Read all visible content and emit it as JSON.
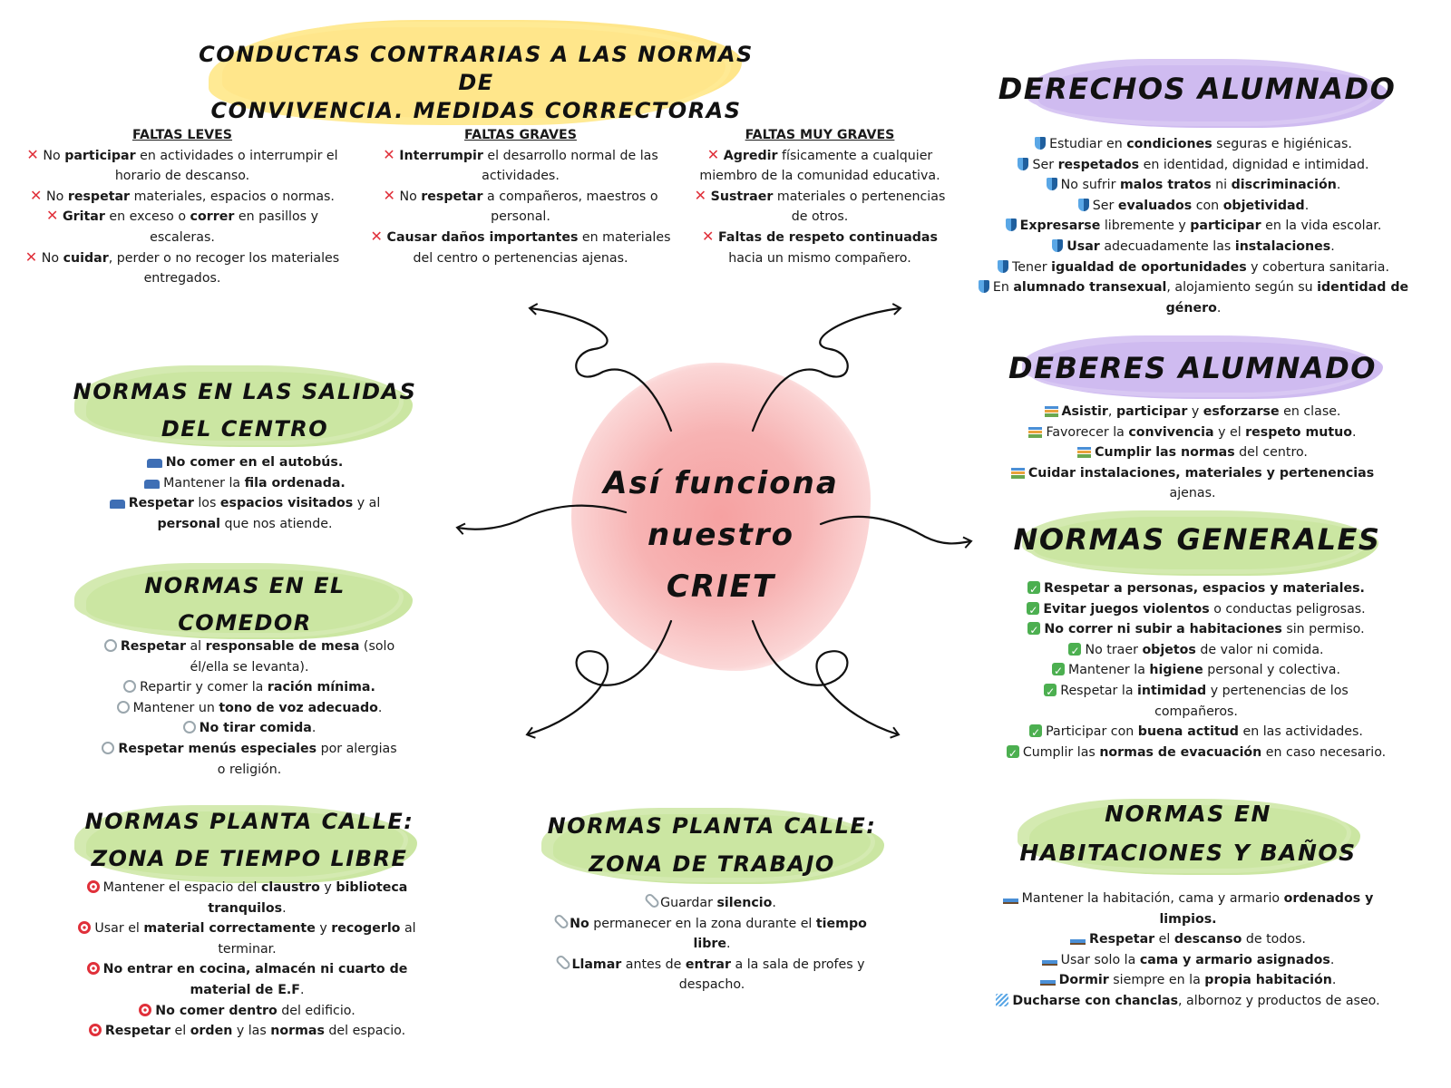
{
  "conductas": {
    "title_lines": [
      "Conductas contrarias a las normas de",
      "convivencia. Medidas correctoras"
    ],
    "columns": [
      {
        "heading": "FALTAS LEVES",
        "icon": "x",
        "items": [
          [
            "No ",
            "participar",
            " en actividades o interrumpir el horario de descanso."
          ],
          [
            "No ",
            "respetar",
            " materiales, espacios o normas."
          ],
          [
            "",
            "Gritar",
            " en exceso o ",
            "correr",
            " en pasillos y escaleras."
          ],
          [
            "No ",
            "cuidar",
            ", perder o no recoger los materiales entregados."
          ]
        ]
      },
      {
        "heading": "FALTAS GRAVES",
        "icon": "x",
        "items": [
          [
            "",
            "Interrumpir",
            " el desarrollo normal de las actividades."
          ],
          [
            "No ",
            "respetar",
            " a compañeros, maestros o personal."
          ],
          [
            "",
            "Causar daños importantes",
            " en materiales del centro o pertenencias ajenas."
          ]
        ]
      },
      {
        "heading": "FALTAS MUY GRAVES",
        "icon": "x",
        "items": [
          [
            "",
            "Agredir",
            " físicamente a cualquier miembro de la comunidad educativa."
          ],
          [
            "",
            "Sustraer",
            " materiales o pertenencias de otros."
          ],
          [
            "",
            "Faltas de respeto continuadas",
            " hacia un mismo compañero."
          ]
        ]
      }
    ]
  },
  "derechos": {
    "title_lines": [
      "Derechos alumnado"
    ],
    "icon": "shield",
    "items": [
      [
        "Estudiar en ",
        "condiciones",
        " seguras e higiénicas."
      ],
      [
        "Ser ",
        "respetados",
        " en identidad, dignidad e intimidad."
      ],
      [
        "No sufrir ",
        "malos tratos",
        " ni ",
        "discriminación",
        "."
      ],
      [
        "Ser ",
        "evaluados",
        " con ",
        "objetividad",
        "."
      ],
      [
        "",
        "Expresarse",
        " libremente y ",
        "participar",
        " en la vida escolar."
      ],
      [
        "",
        "Usar",
        " adecuadamente las ",
        "instalaciones",
        "."
      ],
      [
        "Tener ",
        "igualdad de oportunidades",
        " y cobertura sanitaria."
      ],
      [
        "En ",
        "alumnado transexual",
        ", alojamiento según su ",
        "identidad de género",
        "."
      ]
    ]
  },
  "deberes": {
    "title_lines": [
      "Deberes alumnado"
    ],
    "icon": "books",
    "items": [
      [
        "",
        "Asistir",
        ", ",
        "participar",
        " y ",
        "esforzarse",
        " en clase."
      ],
      [
        "Favorecer la ",
        "convivencia",
        " y el ",
        "respeto mutuo",
        "."
      ],
      [
        "",
        "Cumplir las normas",
        " del centro."
      ],
      [
        "",
        "Cuidar instalaciones, materiales y pertenencias",
        " ajenas."
      ]
    ]
  },
  "generales": {
    "title_lines": [
      "Normas generales"
    ],
    "icon": "check",
    "items": [
      [
        "",
        "Respetar a personas, espacios y materiales."
      ],
      [
        "",
        "Evitar juegos violentos",
        " o conductas peligrosas."
      ],
      [
        "",
        "No correr ni subir a habitaciones",
        " sin permiso."
      ],
      [
        "No traer ",
        "objetos",
        " de valor ni comida."
      ],
      [
        "Mantener la ",
        "higiene",
        " personal y colectiva."
      ],
      [
        "Respetar la ",
        "intimidad",
        " y pertenencias de los compañeros."
      ],
      [
        "Participar con ",
        "buena actitud",
        " en las actividades."
      ],
      [
        "Cumplir las ",
        "normas de evacuación",
        " en caso necesario."
      ]
    ]
  },
  "habitaciones": {
    "title_lines": [
      "Normas en",
      "habitaciones y baños"
    ],
    "icon": "bed",
    "items": [
      [
        "Mantener la habitación, cama y armario ",
        "ordenados y limpios."
      ],
      [
        "",
        "Respetar",
        " el ",
        "descanso",
        " de todos."
      ],
      [
        "Usar solo la ",
        "cama y armario asignados",
        "."
      ],
      [
        "",
        "Dormir",
        " siempre en la ",
        "propia habitación",
        "."
      ],
      {
        "icon": "shower",
        "text": [
          "",
          "Ducharse con chanclas",
          ", albornoz y productos de aseo."
        ]
      }
    ]
  },
  "salidas": {
    "title_lines": [
      "Normas en las salidas",
      "del centro"
    ],
    "icon": "bus",
    "items": [
      [
        "",
        "No comer en el autobús."
      ],
      [
        "Mantener la ",
        "fila ordenada."
      ],
      [
        "",
        "Respetar",
        " los ",
        "espacios visitados",
        " y al ",
        "personal",
        " que nos atiende."
      ]
    ]
  },
  "comedor": {
    "title_lines": [
      "Normas en el",
      "comedor"
    ],
    "icon": "plate",
    "items": [
      [
        "",
        "Respetar",
        " al ",
        "responsable de mesa",
        " (solo él/ella se levanta)."
      ],
      [
        "Repartir y comer la ",
        "ración mínima."
      ],
      [
        "Mantener un ",
        "tono de voz adecuado",
        "."
      ],
      [
        "",
        "No tirar comida",
        "."
      ],
      [
        "",
        "Respetar menús especiales",
        " por alergias o religión."
      ]
    ]
  },
  "tiempo_libre": {
    "title_lines": [
      "Normas planta calle:",
      "zona de tiempo libre"
    ],
    "icon": "target",
    "items": [
      [
        "Mantener el espacio del ",
        "claustro",
        " y ",
        "biblioteca tranquilos",
        "."
      ],
      [
        "Usar el ",
        "material correctamente",
        " y ",
        "recogerlo",
        " al terminar."
      ],
      [
        "",
        "No entrar en cocina, almacén ni cuarto de material de E.F",
        "."
      ],
      [
        "",
        "No comer dentro",
        " del edificio."
      ],
      [
        "",
        "Respetar",
        " el ",
        "orden",
        " y las ",
        "normas",
        " del espacio."
      ]
    ]
  },
  "trabajo": {
    "title_lines": [
      "Normas planta calle:",
      "zona de trabajo"
    ],
    "icon": "clip",
    "items": [
      [
        "Guardar ",
        "silencio",
        "."
      ],
      [
        "",
        "No",
        " permanecer en la zona durante el ",
        "tiempo libre",
        "."
      ],
      [
        "",
        "Llamar",
        " antes de ",
        "entrar",
        " a la sala de profes y despacho."
      ]
    ]
  },
  "center": {
    "title_lines": [
      "Así funciona",
      "nuestro",
      "CRIET"
    ]
  },
  "colors": {
    "yellow": "#ffe585",
    "purple": "#cdb8f0",
    "green": "#c9e59e",
    "pink": "#f6a1a1",
    "red": "#e0303a"
  }
}
